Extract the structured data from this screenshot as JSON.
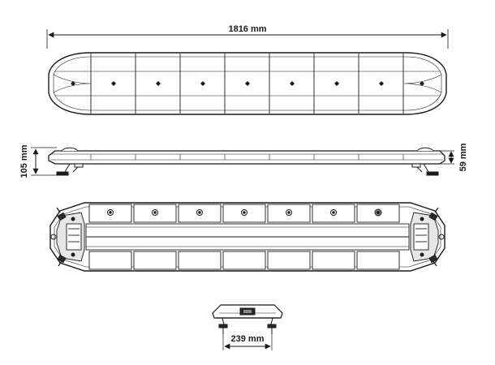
{
  "dimensions": {
    "length": "1816 mm",
    "height_total": "105 mm",
    "height_body": "59 mm",
    "bracket_width": "239 mm"
  },
  "colors": {
    "line": "#1a1a1a",
    "panel": "#ffffff",
    "fill_dark": "#2a2a2a",
    "fill_mid": "#8a8a8a",
    "fill_light": "#e6e6e6"
  }
}
